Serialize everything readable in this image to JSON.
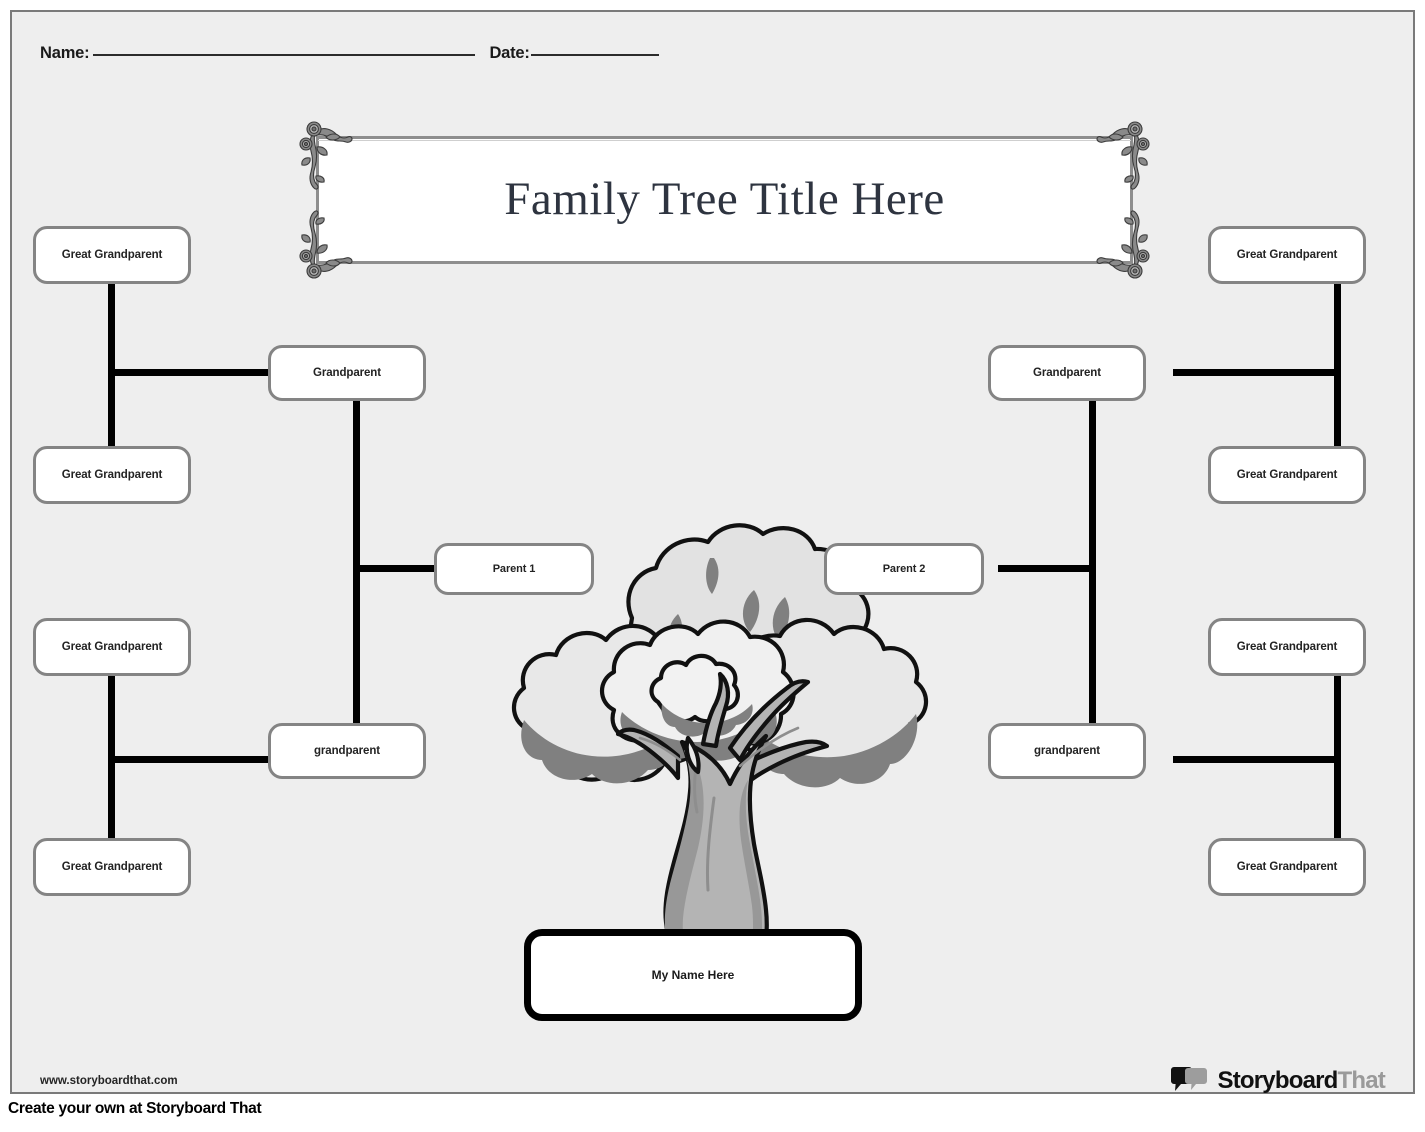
{
  "header": {
    "name_label": "Name:",
    "date_label": "Date:"
  },
  "title": {
    "text": "Family Tree Title Here",
    "frame_ornament": "rose-vine-corner"
  },
  "tree": {
    "illustration": "family-tree-illustration",
    "colors": {
      "outline": "#111111",
      "leaf_light": "#e2e2e2",
      "leaf_mid": "#d2d2d2",
      "leaf_shadow": "#808080",
      "trunk": "#b4b4b4",
      "trunk_shadow": "#989898"
    }
  },
  "boxes": {
    "left_ggp_1": "Great Grandparent",
    "left_ggp_2": "Great Grandparent",
    "left_ggp_3": "Great Grandparent",
    "left_ggp_4": "Great Grandparent",
    "left_gp_top": "Grandparent",
    "left_gp_bottom": "grandparent",
    "right_ggp_1": "Great Grandparent",
    "right_ggp_2": "Great Grandparent",
    "right_ggp_3": "Great Grandparent",
    "right_ggp_4": "Great Grandparent",
    "right_gp_top": "Grandparent",
    "right_gp_bottom": "grandparent",
    "parent_1": "Parent 1",
    "parent_2": "Parent 2",
    "self": "My Name Here"
  },
  "footer": {
    "url": "www.storyboardthat.com",
    "logo_dark": "Storyboard",
    "logo_gray": "That",
    "cta": "Create your own at Storyboard That"
  },
  "colors": {
    "page_bg": "#eeeeee",
    "box_border": "#848484",
    "connector": "#000000",
    "frame_border": "#8e8e8e",
    "self_border": "#000000"
  }
}
